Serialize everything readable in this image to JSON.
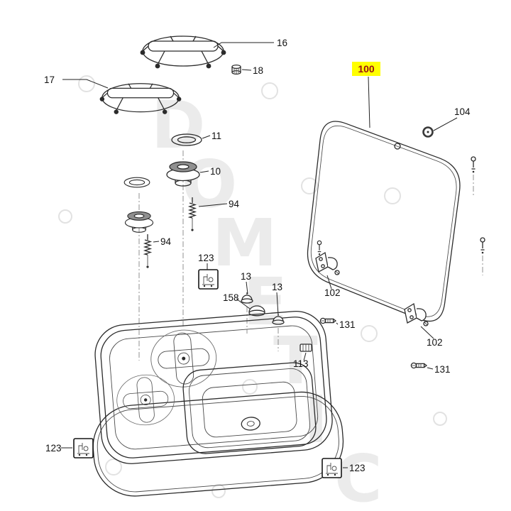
{
  "diagram": {
    "type": "exploded-parts-diagram",
    "background": "#ffffff",
    "line_color": "#2b2b2b"
  },
  "watermark": {
    "text": "DOMETIC",
    "color": "#ebebeb"
  },
  "highlight": {
    "color": "#ffff00",
    "text_color": "#991111"
  },
  "labels": {
    "p16": "16",
    "p17": "17",
    "p18": "18",
    "p11": "11",
    "p10": "10",
    "p94a": "94",
    "p94b": "94",
    "p123a": "123",
    "p123b": "123",
    "p123c": "123",
    "p158": "158",
    "p13a": "13",
    "p13b": "13",
    "p113": "113",
    "p100": "100",
    "p104": "104",
    "p102a": "102",
    "p102b": "102",
    "p131a": "131",
    "p131b": "131"
  }
}
